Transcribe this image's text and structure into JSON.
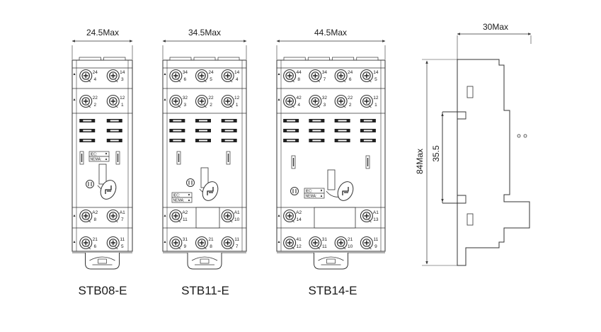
{
  "colors": {
    "line": "#333333",
    "face": "#ffffff",
    "dark": "#222222"
  },
  "dimensions": {
    "stb08_width": "24.5Max",
    "stb11_width": "34.5Max",
    "stb14_width": "44.5Max",
    "side_depth": "30Max",
    "side_height": "84Max",
    "rail_height": "35.5"
  },
  "models": {
    "stb08": "STB08-E",
    "stb11": "STB11-E",
    "stb14": "STB14-E"
  },
  "labels": {
    "iec": "IEC:",
    "nema": "NEMA:"
  },
  "terminals": {
    "stb08": {
      "row1": [
        [
          "24",
          "4"
        ],
        [
          "14",
          "3"
        ]
      ],
      "row2": [
        [
          "22",
          "2"
        ],
        [
          "12",
          "1"
        ]
      ],
      "row3": [
        [
          "A2",
          "8"
        ],
        [
          "A1",
          "7"
        ]
      ],
      "row4": [
        [
          "21",
          "6"
        ],
        [
          "11",
          "5"
        ]
      ]
    },
    "stb11": {
      "row1": [
        [
          "34",
          "6"
        ],
        [
          "24",
          "5"
        ],
        [
          "14",
          "4"
        ]
      ],
      "row2": [
        [
          "32",
          "3"
        ],
        [
          "22",
          "2"
        ],
        [
          "12",
          "1"
        ]
      ],
      "row3": [
        [
          "A2",
          "11"
        ],
        [
          "A1",
          "10"
        ]
      ],
      "row4": [
        [
          "31",
          "9"
        ],
        [
          "21",
          "8"
        ],
        [
          "11",
          "7"
        ]
      ]
    },
    "stb14": {
      "row1": [
        [
          "44",
          "8"
        ],
        [
          "34",
          "7"
        ],
        [
          "24",
          "6"
        ],
        [
          "14",
          "5"
        ]
      ],
      "row2": [
        [
          "42",
          "4"
        ],
        [
          "32",
          "3"
        ],
        [
          "22",
          "2"
        ],
        [
          "12",
          "1"
        ]
      ],
      "row3": [
        [
          "A2",
          "14"
        ],
        [
          "A1",
          "13"
        ]
      ],
      "row4": [
        [
          "41",
          "12"
        ],
        [
          "31",
          "11"
        ],
        [
          "21",
          "10"
        ],
        [
          "11",
          "9"
        ]
      ]
    }
  }
}
